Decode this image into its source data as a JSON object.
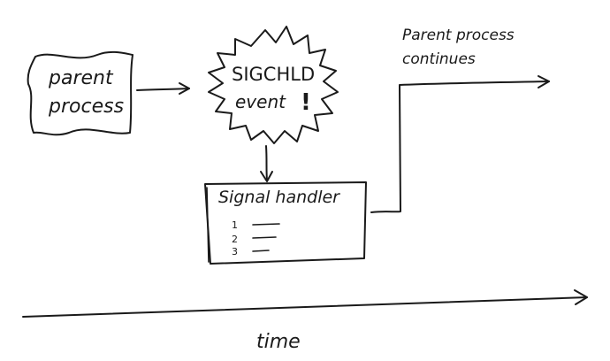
{
  "parent_box": {
    "line1": "parent",
    "line2": "process"
  },
  "event": {
    "line1": "SIGCHLD",
    "line2": "event",
    "mark": "!"
  },
  "handler": {
    "title": "Signal handler",
    "steps": [
      "1",
      "2",
      "3"
    ]
  },
  "continue_label": {
    "line1": "Parent process",
    "line2": "continues"
  },
  "timeline": {
    "label": "time"
  }
}
